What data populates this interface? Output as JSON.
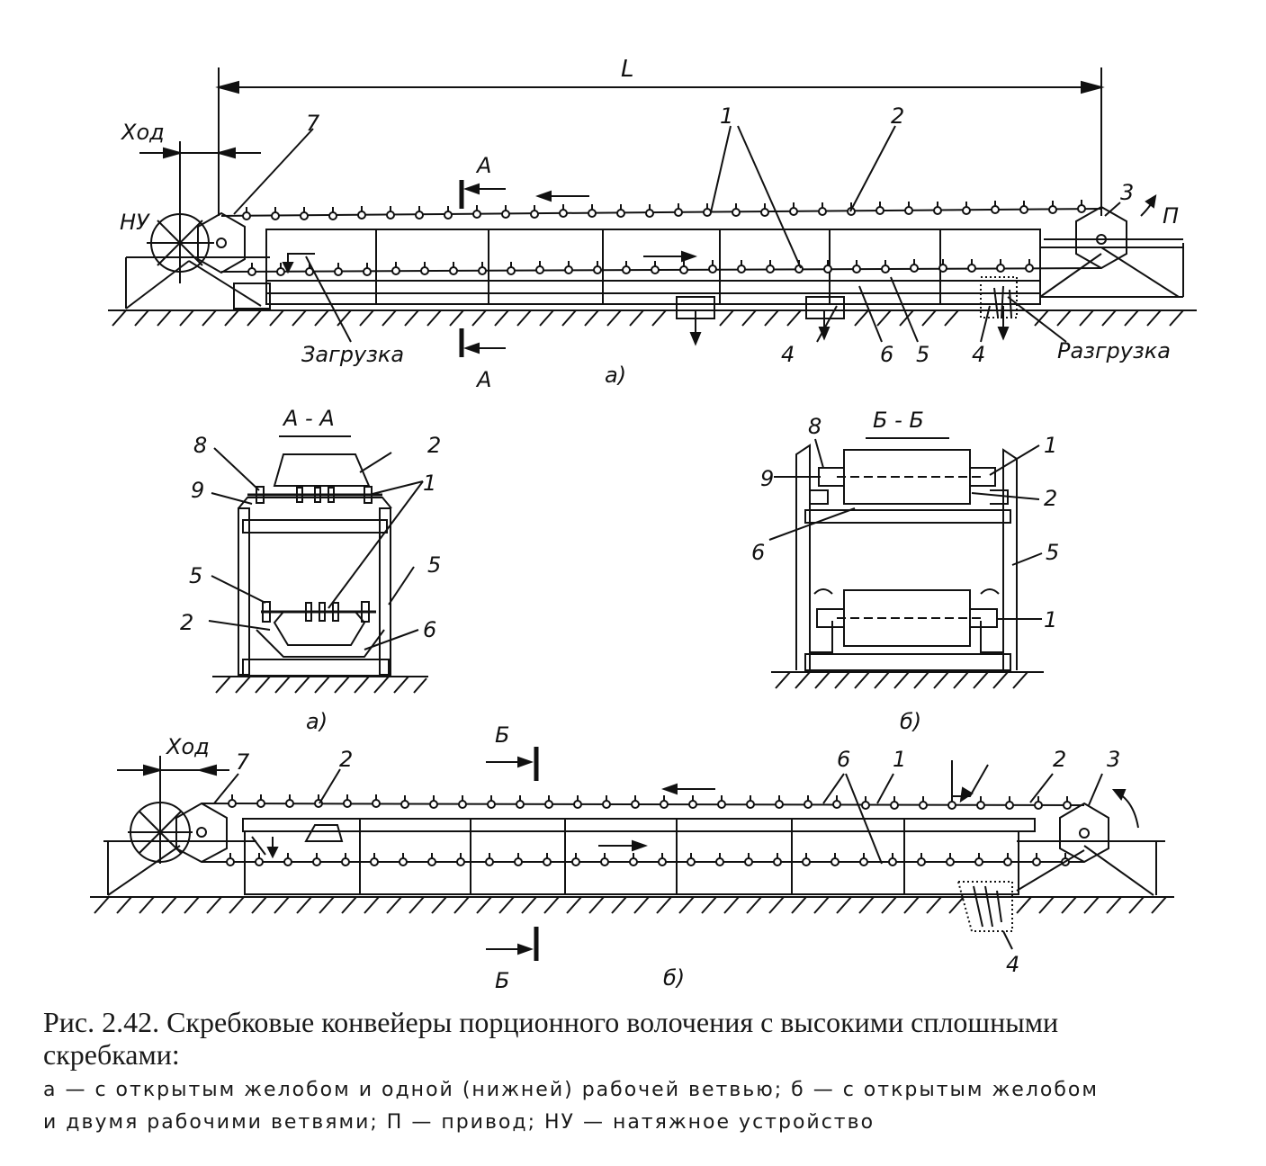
{
  "figure": {
    "diagram_a": {
      "length_label": "L",
      "stroke_label": "Ход",
      "tensioner_label": "НУ",
      "drive_label": "П",
      "loading_label": "Загрузка",
      "unloading_label": "Разгрузка",
      "section_label": "А",
      "subfig_label": "а)",
      "part_numbers": {
        "n7": "7",
        "n1": "1",
        "n2": "2",
        "n3": "3",
        "n4a": "4",
        "n4b": "4",
        "n6": "6",
        "n5": "5"
      }
    },
    "section_aa": {
      "title": "А - А",
      "subfig_label": "а)",
      "part_numbers": {
        "n8": "8",
        "n9": "9",
        "n2top": "2",
        "n1": "1",
        "n5l": "5",
        "n5r": "5",
        "n2bot": "2",
        "n6": "6"
      }
    },
    "section_bb": {
      "title": "Б - Б",
      "subfig_label": "б)",
      "part_numbers": {
        "n8": "8",
        "n9": "9",
        "n1top": "1",
        "n2": "2",
        "n6": "6",
        "n5": "5",
        "n1bot": "1"
      }
    },
    "diagram_b": {
      "stroke_label": "Ход",
      "section_label": "Б",
      "subfig_label": "б)",
      "part_numbers": {
        "n7": "7",
        "n2a": "2",
        "n6": "6",
        "n1": "1",
        "n2b": "2",
        "n3": "3",
        "n4": "4"
      }
    }
  },
  "caption": {
    "title_line1": "Рис. 2.42. Скребковые конвейеры порционного волочения с высокими сплошными",
    "title_line2": "скребками:",
    "description_line1": "а — с открытым желобом и одной (нижней) рабочей ветвью; б — с открытым желобом",
    "description_line2": "и двумя рабочими ветвями; П — привод; НУ — натяжное устройство"
  }
}
